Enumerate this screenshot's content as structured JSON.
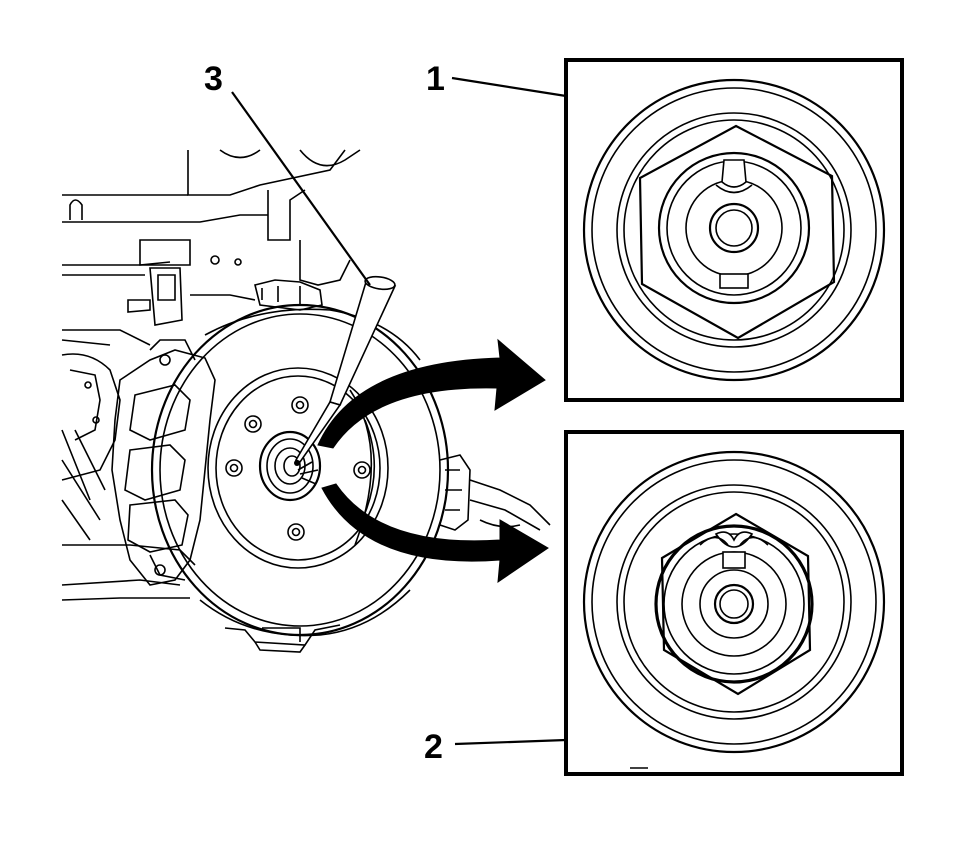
{
  "callouts": {
    "label_1": "1",
    "label_2": "2",
    "label_3": "3"
  },
  "colors": {
    "line": "#000000",
    "background": "#ffffff"
  }
}
